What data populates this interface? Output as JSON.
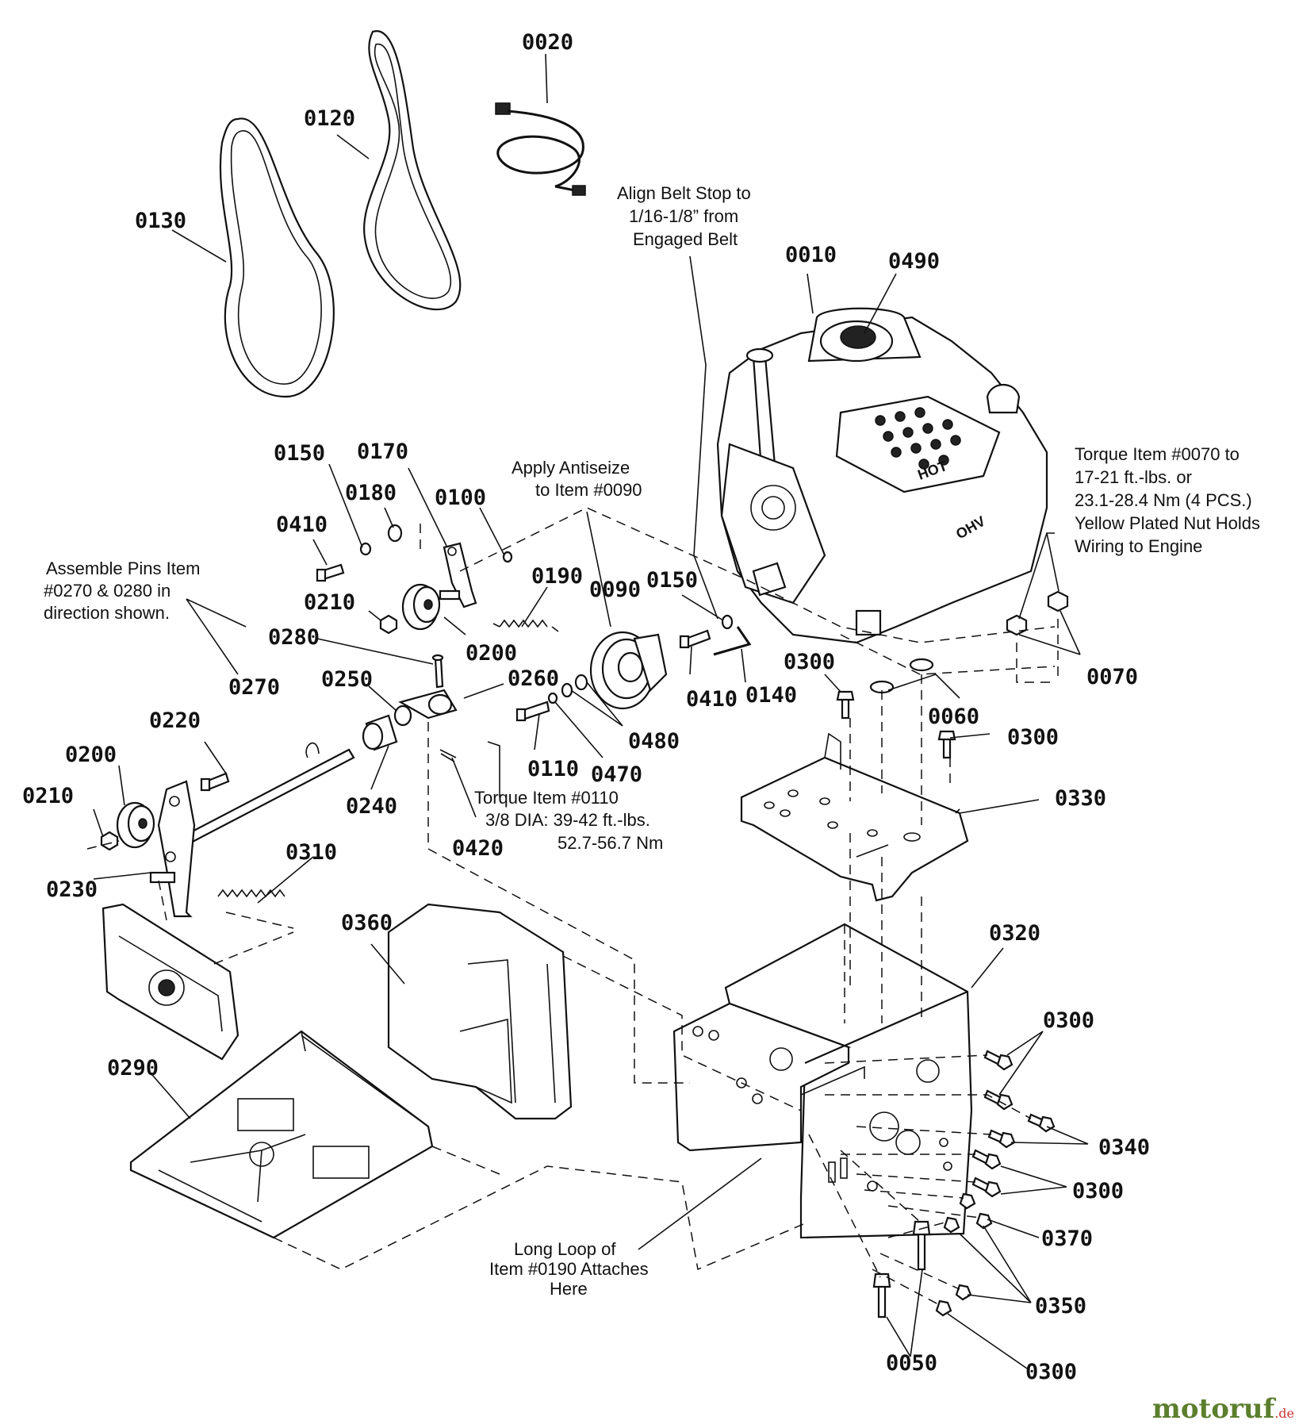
{
  "callouts": {
    "c0020": "0020",
    "c0120": "0120",
    "c0130": "0130",
    "c0010": "0010",
    "c0490": "0490",
    "c0150a": "0150",
    "c0170": "0170",
    "c0180": "0180",
    "c0100": "0100",
    "c0410a": "0410",
    "c0190": "0190",
    "c0090": "0090",
    "c0150b": "0150",
    "c0210a": "0210",
    "c0200a": "0200",
    "c0280": "0280",
    "c0250": "0250",
    "c0260": "0260",
    "c0270": "0270",
    "c0410b": "0410",
    "c0140": "0140",
    "c0300a": "0300",
    "c0070": "0070",
    "c0060": "0060",
    "c0300b": "0300",
    "c0480": "0480",
    "c0220": "0220",
    "c0200b": "0200",
    "c0110": "0110",
    "c0470": "0470",
    "c0240": "0240",
    "c0210b": "0210",
    "c0420": "0420",
    "c0330": "0330",
    "c0230": "0230",
    "c0310": "0310",
    "c0360": "0360",
    "c0320": "0320",
    "c0300c": "0300",
    "c0290": "0290",
    "c0340": "0340",
    "c0300d": "0300",
    "c0370": "0370",
    "c0350": "0350",
    "c0050": "0050",
    "c0300e": "0300"
  },
  "notes": {
    "belt_stop": [
      "Align Belt Stop to",
      "1/16-1/8” from",
      "Engaged Belt"
    ],
    "antiseize": [
      "Apply Antiseize",
      "to Item #0090"
    ],
    "torque_0070": [
      "Torque Item #0070 to",
      "17-21 ft.-lbs. or",
      "23.1-28.4 Nm (4 PCS.)",
      "Yellow Plated Nut Holds",
      "Wiring to Engine"
    ],
    "assemble_pins": [
      "Assemble Pins Item",
      "#0270 & 0280 in",
      "direction shown."
    ],
    "torque_0110": [
      "Torque Item #0110",
      "3/8 DIA: 39-42 ft.-lbs.",
      "52.7-56.7 Nm"
    ],
    "long_loop": [
      "Long Loop of",
      "Item #0190 Attaches",
      "Here"
    ]
  },
  "engine_markings": {
    "hot": "HOT",
    "ohv": "OHV"
  },
  "watermark": {
    "main": "motoruf",
    "suffix": ".de"
  }
}
